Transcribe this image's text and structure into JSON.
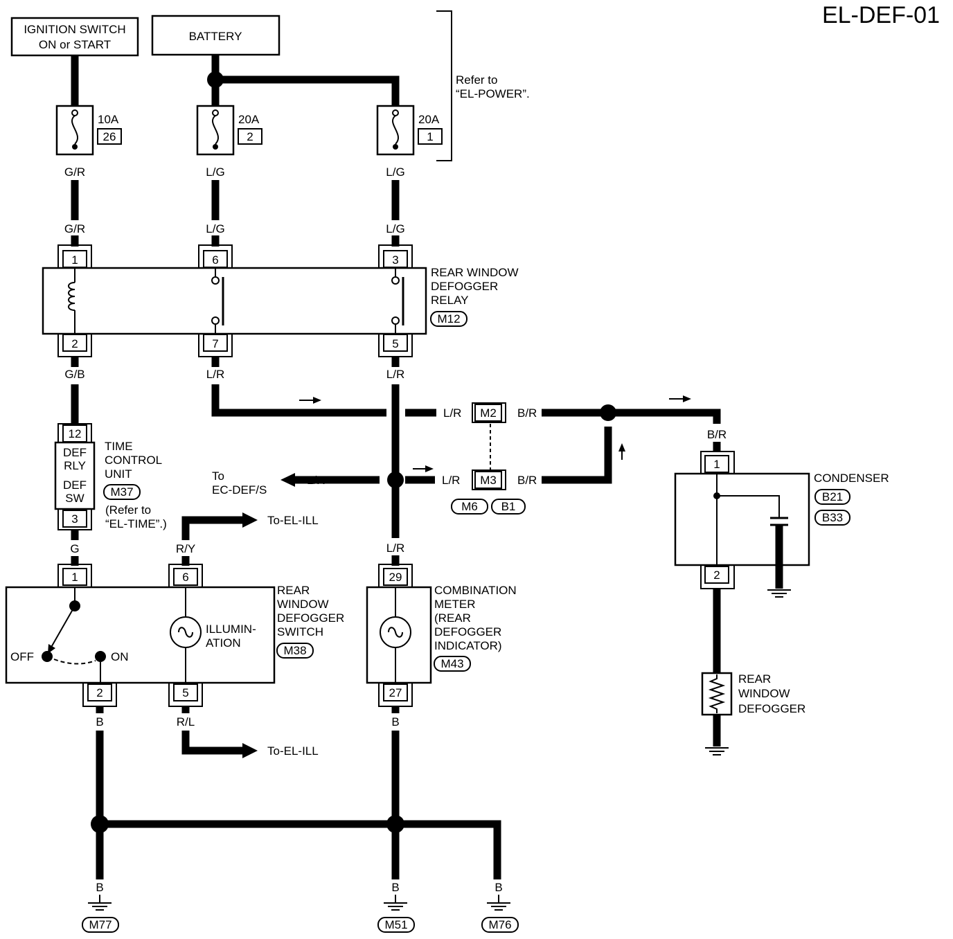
{
  "diagram_id": "EL-DEF-01",
  "sources": {
    "ignition": [
      "IGNITION SWITCH",
      "ON or START"
    ],
    "battery": "BATTERY",
    "refer_power": [
      "Refer to",
      "“EL-POWER”."
    ]
  },
  "fuses": [
    {
      "rating": "10A",
      "number": "26"
    },
    {
      "rating": "20A",
      "number": "2"
    },
    {
      "rating": "20A",
      "number": "1"
    }
  ],
  "wires": {
    "gr_top": "G/R",
    "lg1_top": "L/G",
    "lg2_top": "L/G",
    "gr_bot": "G/R",
    "lg1_bot": "L/G",
    "lg2_bot": "L/G",
    "gb": "G/B",
    "lr_relay7": "L/R",
    "lr_relay5": "L/R",
    "lr_m2": "L/R",
    "br_m2": "B/R",
    "br_cond": "B/R",
    "lr_m3": "L/R",
    "br_m3": "B/R",
    "lr_ecdef": "L/R",
    "g": "G",
    "ry": "R/Y",
    "lr_meter": "L/R",
    "b_sw": "B",
    "rl": "R/L",
    "b_meter": "B",
    "b_m77": "B",
    "b_m51": "B",
    "b_m76": "B"
  },
  "relay": {
    "name": [
      "REAR WINDOW",
      "DEFOGGER",
      "RELAY"
    ],
    "connector": "M12",
    "pins": {
      "p1": "1",
      "p6": "6",
      "p3": "3",
      "p2": "2",
      "p7": "7",
      "p5": "5"
    }
  },
  "time_control": {
    "name": [
      "TIME",
      "CONTROL",
      "UNIT"
    ],
    "connector": "M37",
    "refer": [
      "(Refer to",
      "“EL-TIME”.)"
    ],
    "pin_top": "12",
    "pin_bot": "3",
    "inner": [
      "DEF",
      "RLY",
      "DEF",
      "SW"
    ]
  },
  "joints": {
    "m2": "M2",
    "m3": "M3",
    "m6": "M6",
    "b1": "B1"
  },
  "to_ecdef": [
    "To",
    "EC-DEF/S"
  ],
  "to_elill_1": "To-EL-ILL",
  "to_elill_2": "To-EL-ILL",
  "condenser": {
    "name": "CONDENSER",
    "connectors": [
      "B21",
      "B33"
    ],
    "pin_top": "1",
    "pin_bot": "2"
  },
  "switch": {
    "name": [
      "REAR",
      "WINDOW",
      "DEFOGGER",
      "SWITCH"
    ],
    "connector": "M38",
    "off": "OFF",
    "on": "ON",
    "illum": [
      "ILLUMIN-",
      "ATION"
    ],
    "pins": {
      "p1": "1",
      "p6": "6",
      "p2": "2",
      "p5": "5"
    }
  },
  "meter": {
    "name": [
      "COMBINATION",
      "METER",
      "(REAR",
      "DEFOGGER",
      "INDICATOR)"
    ],
    "connector": "M43",
    "pin_top": "29",
    "pin_bot": "27"
  },
  "defogger": {
    "name": [
      "REAR",
      "WINDOW",
      "DEFOGGER"
    ]
  },
  "grounds": [
    "M77",
    "M51",
    "M76"
  ]
}
